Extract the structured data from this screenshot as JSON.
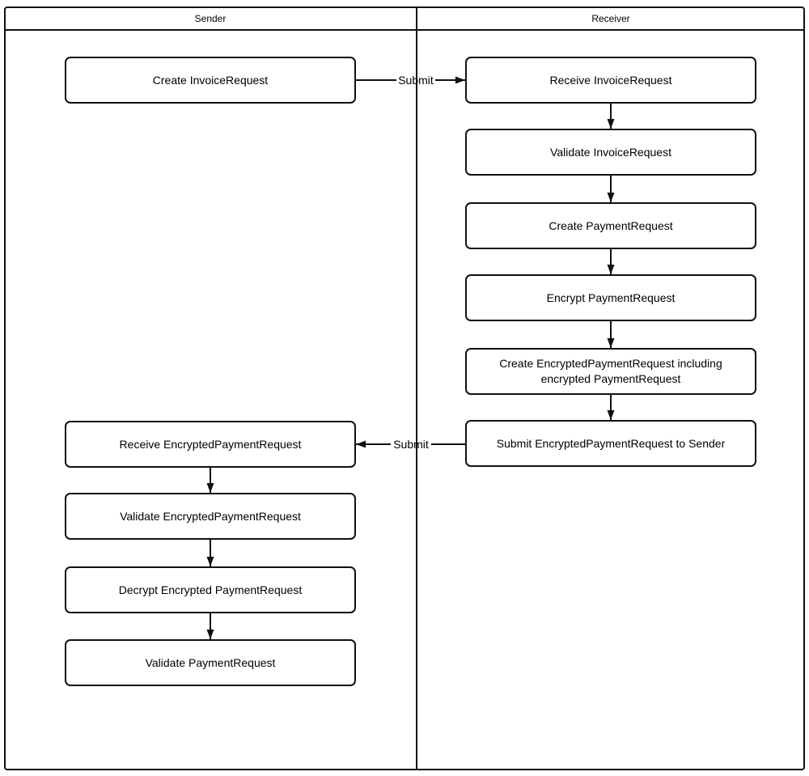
{
  "diagram": {
    "lanes": {
      "sender": "Sender",
      "receiver": "Receiver"
    },
    "sender_nodes": [
      "Create InvoiceRequest",
      "Receive EncryptedPaymentRequest",
      "Validate EncryptedPaymentRequest",
      "Decrypt Encrypted PaymentRequest",
      "Validate PaymentRequest"
    ],
    "receiver_nodes": [
      "Receive InvoiceRequest",
      "Validate InvoiceRequest",
      "Create PaymentRequest",
      "Encrypt PaymentRequest",
      "Create EncryptedPaymentRequest including encrypted PaymentRequest",
      "Submit EncryptedPaymentRequest to Sender"
    ],
    "edge_labels": {
      "invoice_submit": "Submit",
      "payment_submit": "Submit"
    },
    "colors": {
      "stroke": "#111111",
      "background": "#ffffff",
      "text": "#000000"
    }
  }
}
